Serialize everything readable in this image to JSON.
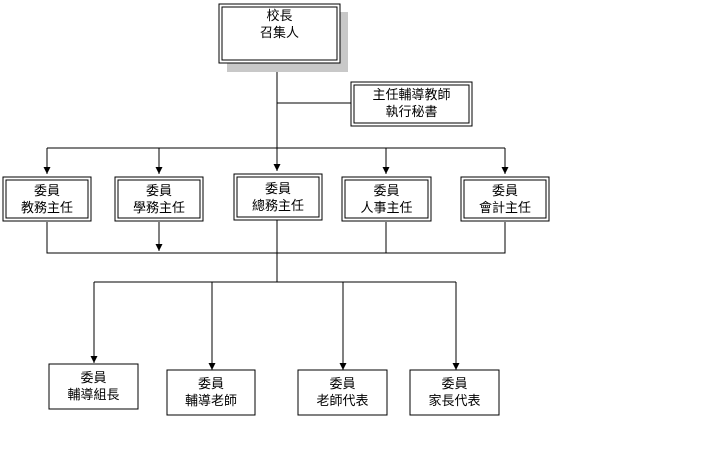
{
  "chart": {
    "top": {
      "line1": "校長",
      "line2": "召集人"
    },
    "secretary": {
      "line1": "主任輔導教師",
      "line2": "執行秘書"
    },
    "middle": [
      {
        "line1": "委員",
        "line2": "教務主任"
      },
      {
        "line1": "委員",
        "line2": "學務主任"
      },
      {
        "line1": "委員",
        "line2": "總務主任"
      },
      {
        "line1": "委員",
        "line2": "人事主任"
      },
      {
        "line1": "委員",
        "line2": "會計主任"
      }
    ],
    "bottom": [
      {
        "line1": "委員",
        "line2": "輔導組長"
      },
      {
        "line1": "委員",
        "line2": "輔導老師"
      },
      {
        "line1": "委員",
        "line2": "老師代表"
      },
      {
        "line1": "委員",
        "line2": "家長代表"
      }
    ]
  }
}
